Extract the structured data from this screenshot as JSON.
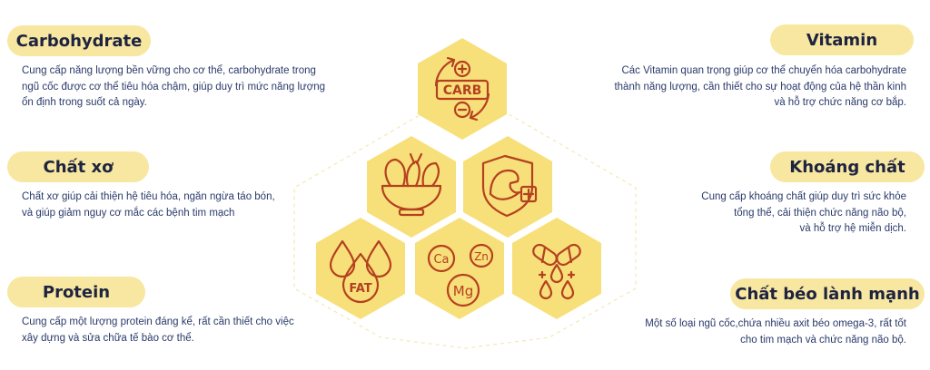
{
  "colors": {
    "hex_fill": "#f7e07a",
    "pill_bg": "#f7e7a0",
    "icon": "#b5401f",
    "title": "#1e2340",
    "text": "#2a3a6a"
  },
  "left": [
    {
      "title": "Carbohydrate",
      "lines": [
        "Cung cấp năng lượng bền vững cho cơ thể, carbohydrate trong",
        "ngũ cốc được cơ thể tiêu hóa chậm, giúp duy trì mức năng lượng",
        "ổn định trong suốt cả ngày."
      ]
    },
    {
      "title": "Chất xơ",
      "lines": [
        "Chất xơ giúp cải thiện hệ tiêu hóa, ngăn ngừa táo bón,",
        "và giúp giảm nguy cơ mắc các bệnh tim mạch"
      ]
    },
    {
      "title": "Protein",
      "lines": [
        "Cung cấp một lượng protein đáng kể, rất cần thiết cho việc",
        "xây dựng và sửa chữa tế bào cơ thể."
      ]
    }
  ],
  "right": [
    {
      "title": "Vitamin",
      "lines": [
        "Các Vitamin quan trọng giúp cơ thể chuyển hóa carbohydrate",
        "thành năng lượng, cần thiết cho sự hoạt động của hệ thần kinh",
        "và hỗ trợ chức năng cơ bắp."
      ]
    },
    {
      "title": "Khoáng chất",
      "lines": [
        "Cung cấp khoáng chất giúp duy trì sức khỏe",
        "tổng thể, cải thiện chức năng não bộ,",
        "và hỗ trợ hệ miễn dịch."
      ]
    },
    {
      "title": "Chất béo lành mạnh",
      "lines": [
        "Một số loại ngũ cốc,chứa nhiều axit béo omega-3, rất tốt",
        "cho tim mạch và chức năng não bộ."
      ]
    }
  ],
  "icons": {
    "carb": {
      "name": "carb-icon",
      "text": "CARB"
    },
    "fiber": {
      "name": "vegetable-bowl-icon"
    },
    "protein": {
      "name": "muscle-shield-icon"
    },
    "fat": {
      "name": "fat-drops-icon",
      "text": "FAT"
    },
    "minerals": {
      "name": "minerals-icon",
      "a": "Ca",
      "b": "Zn",
      "c": "Mg"
    },
    "vitamin": {
      "name": "capsule-drops-icon"
    }
  }
}
